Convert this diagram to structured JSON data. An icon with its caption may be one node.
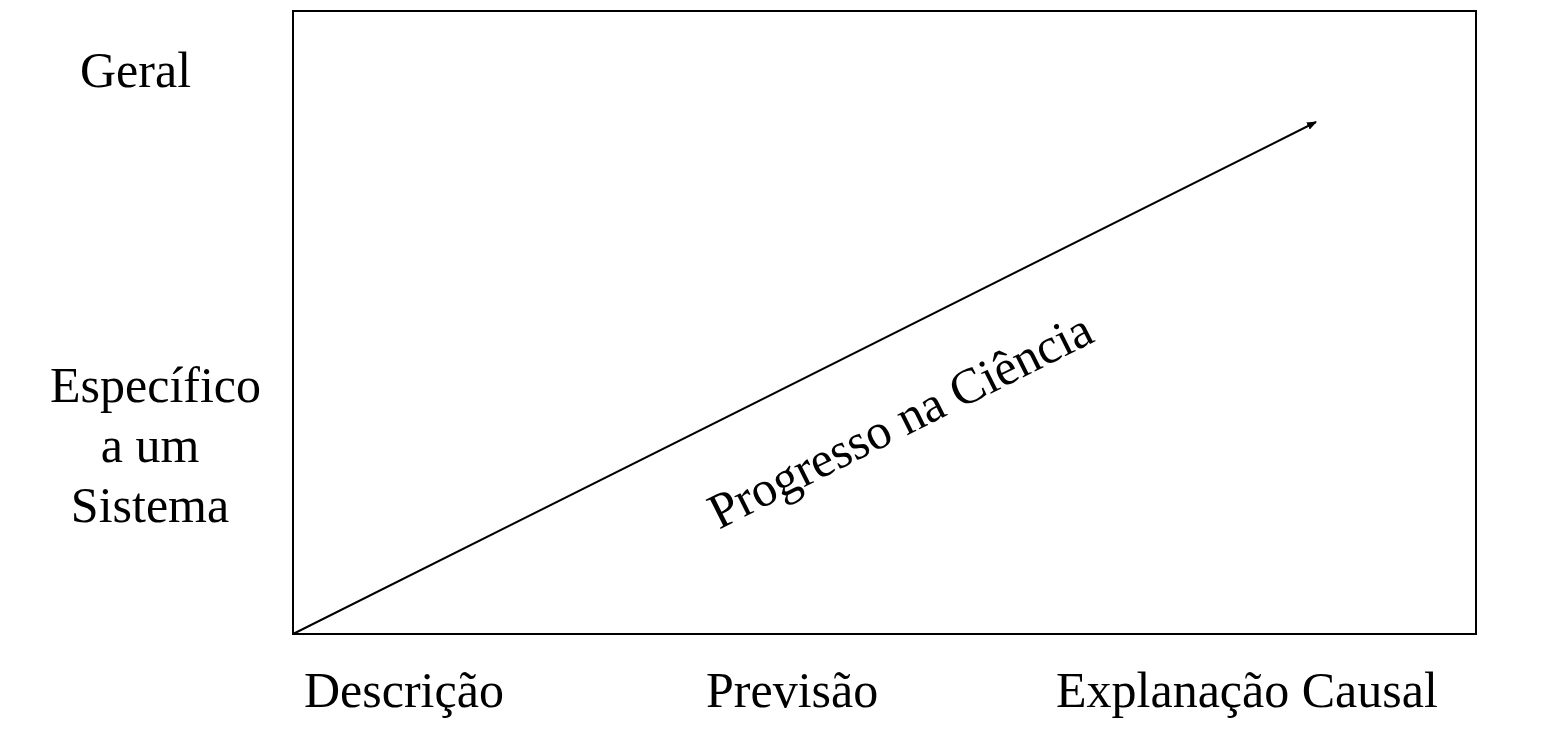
{
  "diagram": {
    "labels": [
      "Geral",
      "Específico a um Sistema",
      "Progresso na Ciência",
      "Descrição",
      "Previsão",
      "Explanação Causal"
    ]
  }
}
